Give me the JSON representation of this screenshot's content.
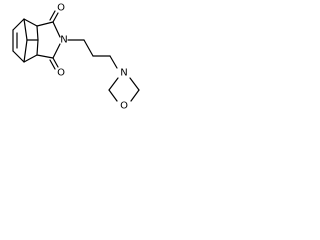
{
  "structure": {
    "atoms": {
      "o_top": "O",
      "o_bottom": "O",
      "n_imide": "N",
      "n_morpholine": "N",
      "o_morpholine": "O"
    }
  },
  "colors": {
    "ink": "#000000",
    "background": "#ffffff"
  }
}
